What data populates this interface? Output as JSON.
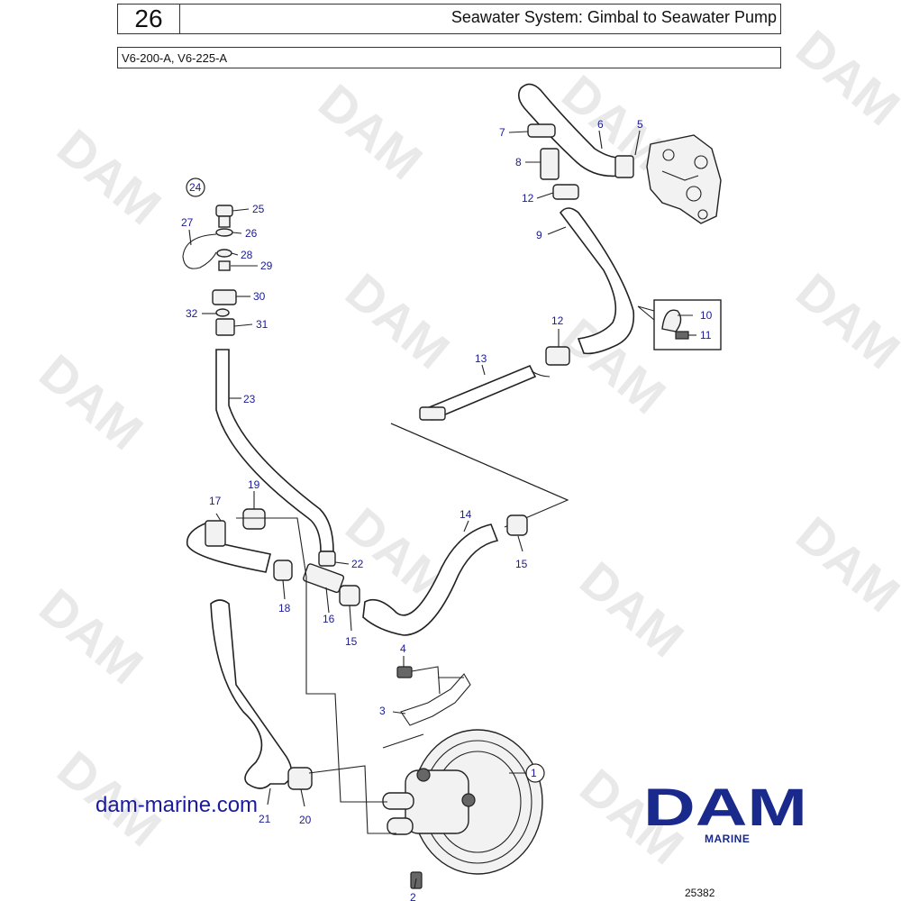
{
  "header": {
    "page_number": "26",
    "title": "Seawater System: Gimbal to Seawater Pump",
    "models": "V6-200-A, V6-225-A"
  },
  "watermark": {
    "text": "DAM"
  },
  "callouts": [
    "1",
    "2",
    "3",
    "4",
    "5",
    "6",
    "7",
    "8",
    "9",
    "10",
    "11",
    "12",
    "12",
    "13",
    "14",
    "15",
    "15",
    "16",
    "17",
    "18",
    "19",
    "20",
    "21",
    "22",
    "23",
    "24",
    "25",
    "26",
    "27",
    "28",
    "29",
    "30",
    "31",
    "32"
  ],
  "footer": {
    "website": "dam-marine.com",
    "logo_text": "DAM",
    "logo_subtext": "MARINE",
    "drawing_number": "25382"
  },
  "colors": {
    "label": "#1a1a9a",
    "logo": "#1a2a8c",
    "website": "#1a1aa0"
  }
}
